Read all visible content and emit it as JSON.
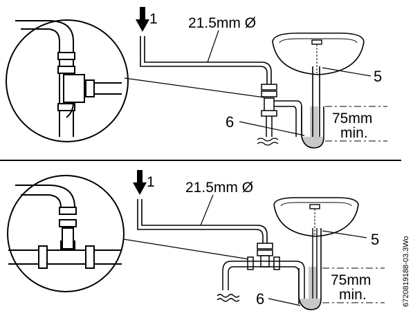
{
  "top": {
    "inlet_label": "1",
    "diameter_label": "21.5mm Ø",
    "sink_label": "5",
    "trap_label": "6",
    "depth_label": "75mm",
    "depth_min_label": "min."
  },
  "bottom": {
    "inlet_label": "1",
    "diameter_label": "21.5mm Ø",
    "sink_label": "5",
    "trap_label": "6",
    "depth_label": "75mm",
    "depth_min_label": "min."
  },
  "figure_code": "6720819188-03.3Wo",
  "colors": {
    "line": "#000000",
    "water": "#c8c8c8",
    "background": "#ffffff"
  }
}
